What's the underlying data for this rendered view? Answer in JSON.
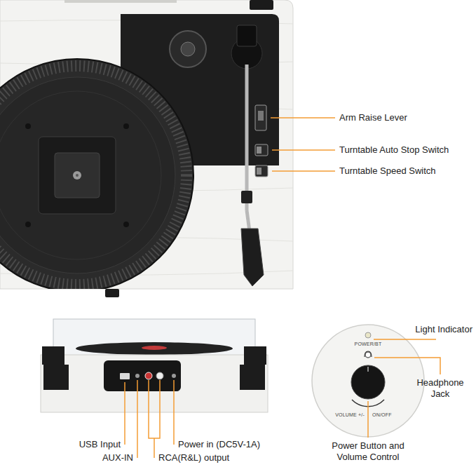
{
  "diagram": {
    "labels": [
      "Arm Raise Lever",
      "Turntable Auto Stop Switch",
      "Turntable Speed Switch",
      "Light Indicator",
      "POWER/BT",
      "Headphone Jack",
      "VOLUME +/-",
      "ON/OFF",
      "Power Button and Volume Control",
      "USB Input",
      "AUX-IN",
      "RCA(R&L) output",
      "Power in (DC5V-1A)"
    ]
  }
}
